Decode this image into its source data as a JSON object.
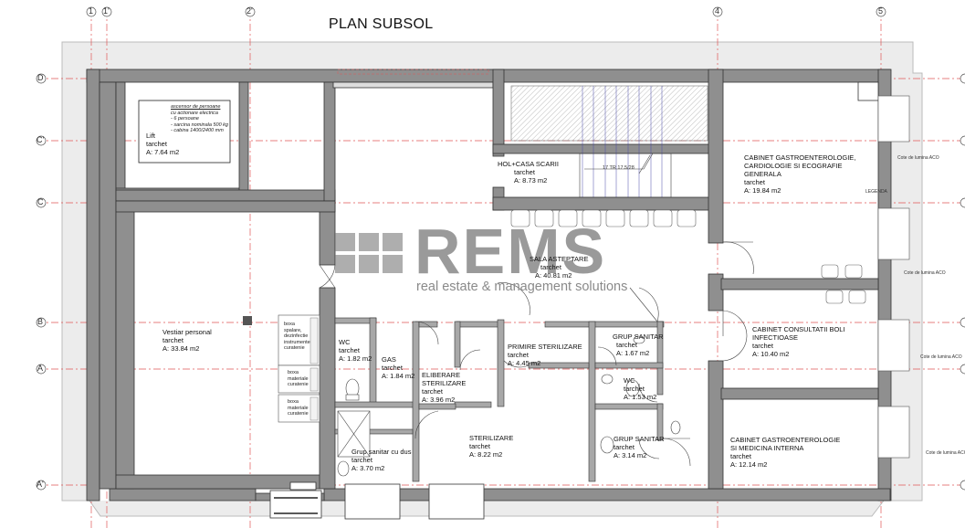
{
  "title": "PLAN SUBSOL",
  "watermark": {
    "brand": "REMS",
    "tagline": "real estate & management solutions"
  },
  "grid": {
    "columns": [
      "1",
      "1'",
      "2'",
      "4",
      "5"
    ],
    "rows": [
      "D",
      "C'",
      "C",
      "B",
      "A",
      "A'"
    ]
  },
  "rooms": {
    "lift": {
      "name": "Lift",
      "floor": "tarchet",
      "area": "A: 7.64 m2"
    },
    "hol": {
      "name": "HOL+CASA SCARII",
      "floor": "tarchet",
      "area": "A: 8.73 m2"
    },
    "gastro1": {
      "name1": "CABINET GASTROENTEROLOGIE,",
      "name2": "CARDIOLOGIE SI ECOGRAFIE",
      "name3": "GENERALA",
      "floor": "tarchet",
      "area": "A: 19.84 m2"
    },
    "sala": {
      "name": "SALA ASTEPTARE",
      "floor": "tarchet",
      "area": "A: 40.81 m2"
    },
    "vestiar": {
      "name": "Vestiar personal",
      "floor": "tarchet",
      "area": "A: 33.84 m2"
    },
    "wc1": {
      "name": "WC",
      "floor": "tarchet",
      "area": "A: 1.82 m2"
    },
    "gas": {
      "name": "GAS",
      "floor": "tarchet",
      "area": "A: 1.84 m2"
    },
    "primire": {
      "name": "PRIMIRE STERILIZARE",
      "floor": "tarchet",
      "area": "A: 4.45 m2"
    },
    "eliberare": {
      "name1": "ELIBERARE",
      "name2": "STERILIZARE",
      "floor": "tarchet",
      "area": "A: 3.96 m2"
    },
    "grup1": {
      "name": "GRUP SANITAR",
      "floor": "tarchet",
      "area": "A: 1.67 m2"
    },
    "wc2": {
      "name": "WC",
      "floor": "tarchet",
      "area": "A: 1.53 m2"
    },
    "consult": {
      "name1": "CABINET CONSULTATII BOLI",
      "name2": "INFECTIOASE",
      "floor": "tarchet",
      "area": "A: 10.40 m2"
    },
    "steril": {
      "name": "STERILIZARE",
      "floor": "tarchet",
      "area": "A: 8.22 m2"
    },
    "grup2": {
      "name": "GRUP SANITAR",
      "floor": "tarchet",
      "area": "A: 3.14 m2"
    },
    "gastro2": {
      "name1": "CABINET GASTROENTEROLOGIE",
      "name2": "SI MEDICINA INTERNA",
      "floor": "tarchet",
      "area": "A: 12.14 m2"
    },
    "grupdus": {
      "name": "Grup sanitar cu dus",
      "floor": "tarchet",
      "area": "A: 3.70 m2"
    }
  },
  "boxes": {
    "box1": [
      "boxa",
      "spalare,",
      "dezinfectie",
      "instrumente",
      "curatenie"
    ],
    "box2": [
      "boxa",
      "materiale",
      "curatenie"
    ],
    "box3": [
      "boxa",
      "materiale",
      "curatenie"
    ]
  },
  "lift_note": [
    "ascensor de persoane",
    "cu actionare electrica",
    "- 6 persoane",
    "- sarcina nominala 500 kg",
    "- cabina 1400/2400 mm"
  ],
  "stair_note": "17 TR 17.5/28",
  "legend_note": "LEGENDA",
  "window_note": "Cote de lumina ACO"
}
